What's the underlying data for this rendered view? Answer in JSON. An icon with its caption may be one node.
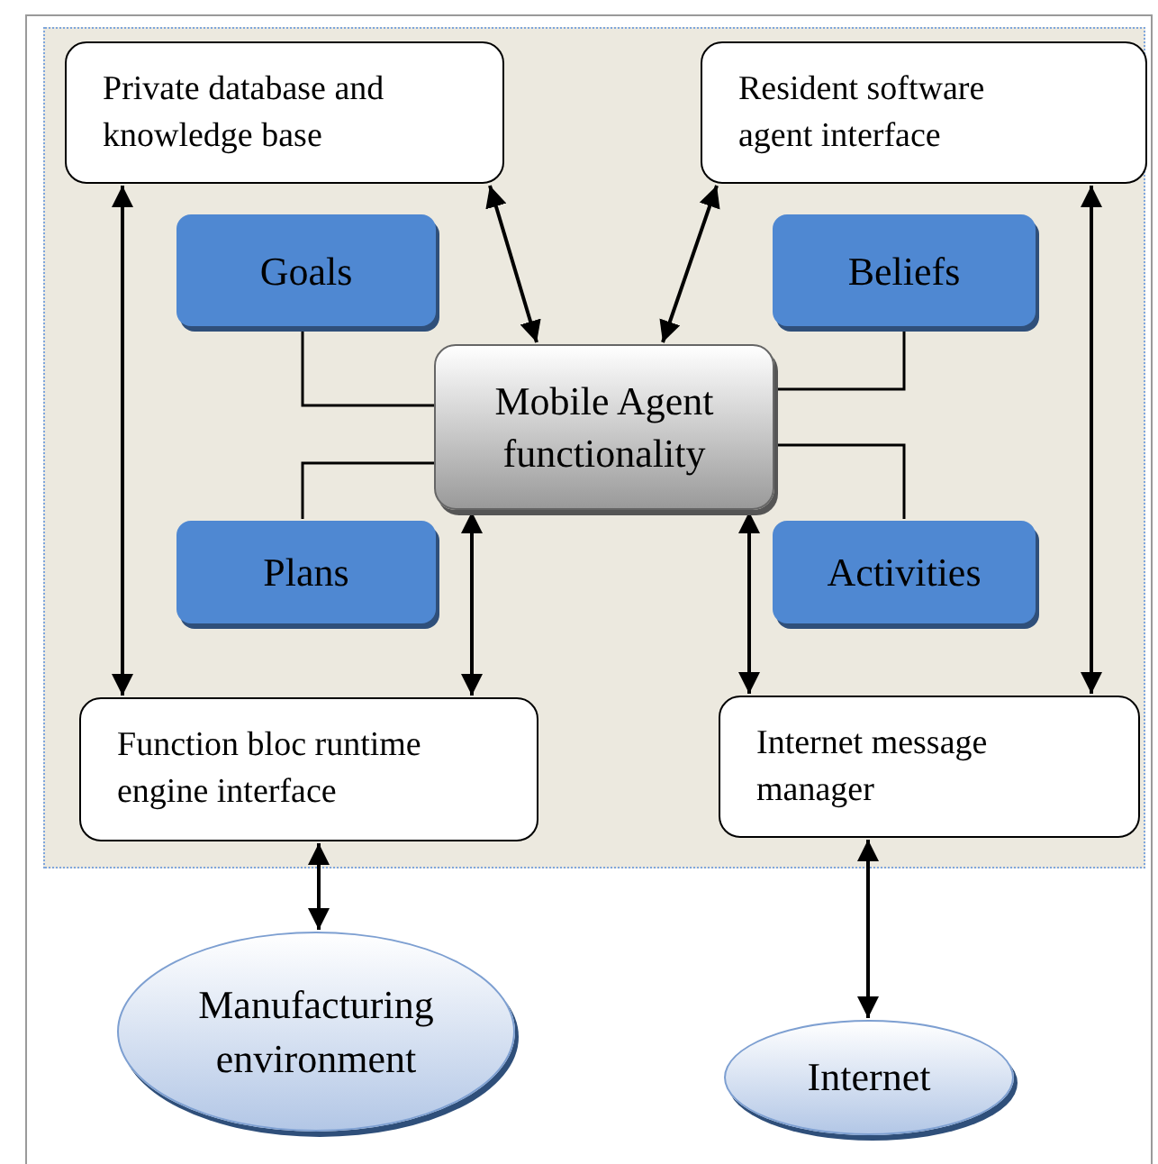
{
  "diagram": {
    "nodes": [
      {
        "text": [],
        "shape": "box"
      },
      {
        "text": [
          "Private database and knowledge base"
        ],
        "in": 0
      },
      {
        "text": [
          "Resident software agent interface"
        ],
        "in": 0
      },
      {
        "text": [
          "Goals"
        ],
        "in": 0
      },
      {
        "text": [
          "Beliefs"
        ],
        "in": 0
      },
      {
        "text": [
          "Mobile Agent functionality"
        ],
        "in": 0
      },
      {
        "text": [
          "Plans"
        ],
        "in": 0
      },
      {
        "text": [
          "Activities"
        ],
        "in": 0
      },
      {
        "text": [
          "Function bloc runtime engine interface"
        ],
        "in": 0
      },
      {
        "text": [
          "Internet message manager"
        ],
        "in": 0
      },
      {
        "text": [
          "Manufacturing environment"
        ]
      },
      {
        "text": [
          "Internet"
        ]
      }
    ],
    "edges": [
      {
        "from": 1,
        "to": 8,
        "arrow": "both"
      },
      {
        "from": 1,
        "to": 5,
        "arrow": "both"
      },
      {
        "from": 2,
        "to": 5,
        "arrow": "both"
      },
      {
        "from": 2,
        "to": 9,
        "arrow": "both"
      },
      {
        "from": 3,
        "to": 5,
        "arrow": "none"
      },
      {
        "from": 4,
        "to": 5,
        "arrow": "none"
      },
      {
        "from": 6,
        "to": 5,
        "arrow": "none"
      },
      {
        "from": 7,
        "to": 5,
        "arrow": "none"
      },
      {
        "from": 5,
        "to": 8,
        "arrow": "both"
      },
      {
        "from": 5,
        "to": 9,
        "arrow": "both"
      },
      {
        "from": 8,
        "to": 10,
        "arrow": "both"
      },
      {
        "from": 9,
        "to": 11,
        "arrow": "both"
      }
    ]
  }
}
